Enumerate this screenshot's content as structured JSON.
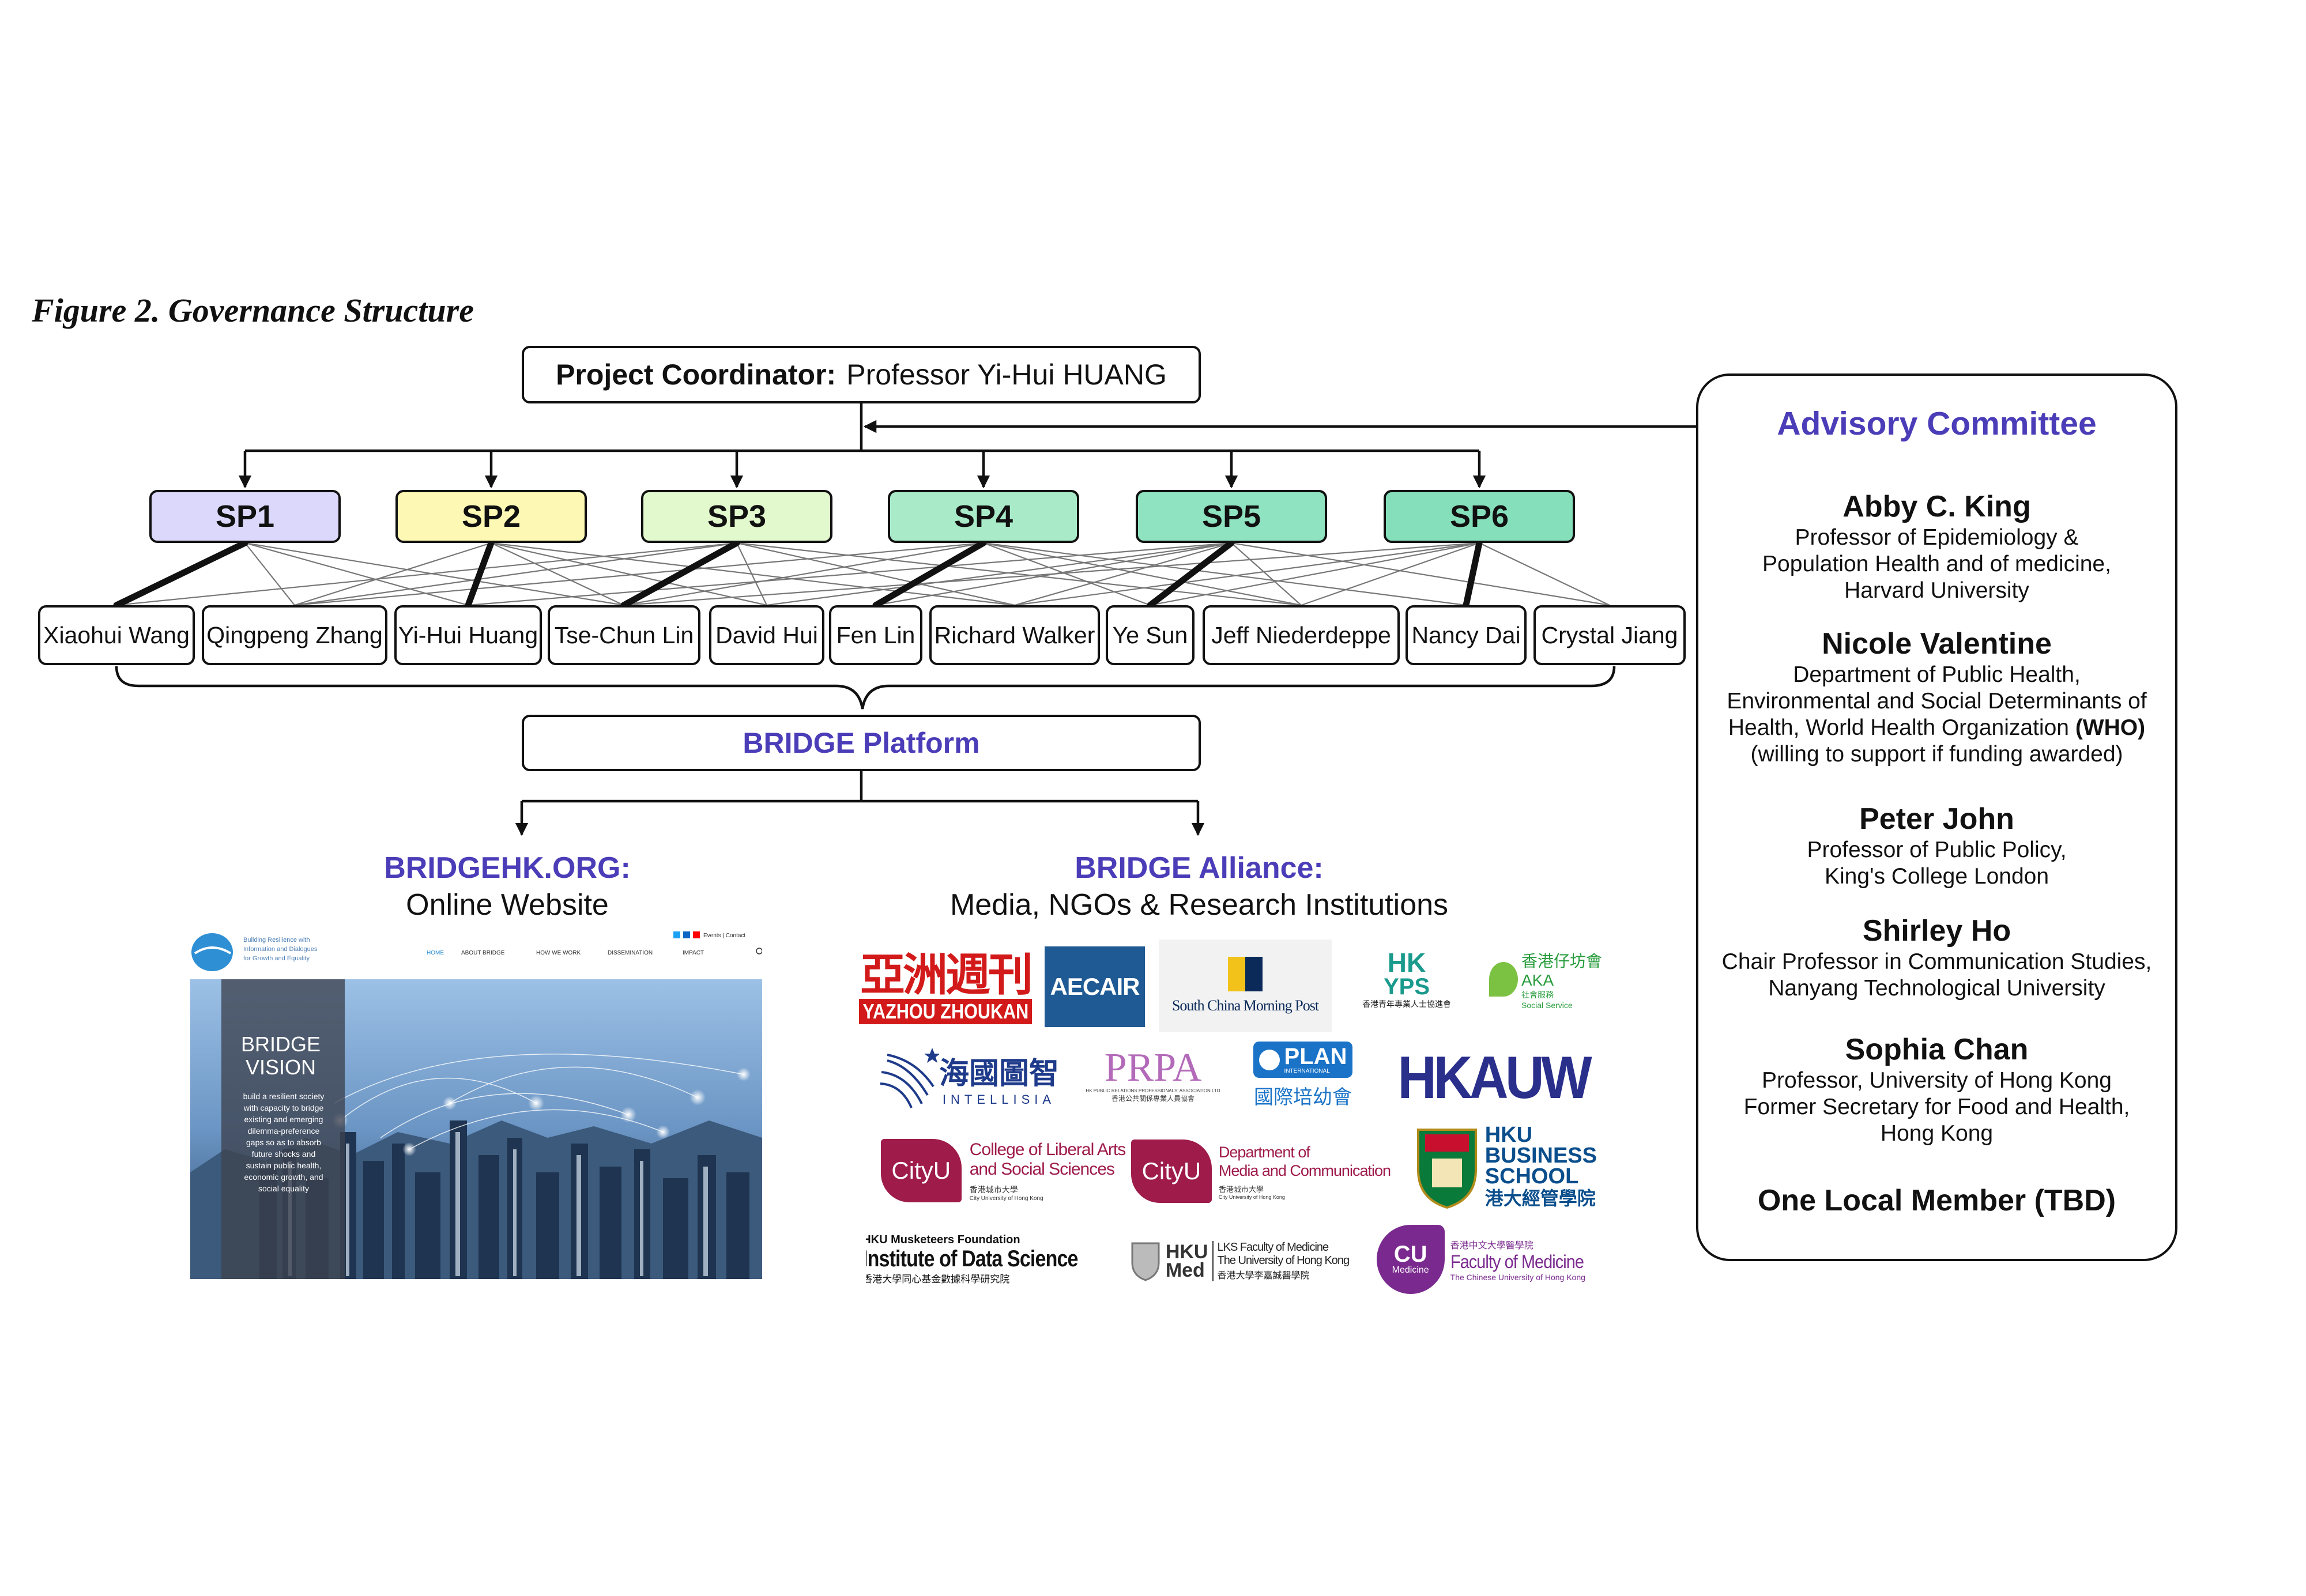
{
  "figure_title": "Figure 2. Governance Structure",
  "coordinator": {
    "label": "Project Coordinator:",
    "name": "Professor Yi-Hui HUANG"
  },
  "subprojects": [
    {
      "label": "SP1",
      "color": "#dcd8fb"
    },
    {
      "label": "SP2",
      "color": "#fdf9b4"
    },
    {
      "label": "SP3",
      "color": "#e2f8cd"
    },
    {
      "label": "SP4",
      "color": "#a9ebc9"
    },
    {
      "label": "SP5",
      "color": "#8fe3c0"
    },
    {
      "label": "SP6",
      "color": "#86dfbb"
    }
  ],
  "members": [
    "Xiaohui Wang",
    "Qingpeng Zhang",
    "Yi-Hui Huang",
    "Tse-Chun Lin",
    "David Hui",
    "Fen Lin",
    "Richard Walker",
    "Ye Sun",
    "Jeff Niederdeppe",
    "Nancy Dai",
    "Crystal Jiang"
  ],
  "platform": "BRIDGE Platform",
  "website_section": {
    "title": "BRIDGEHK.ORG:",
    "subtitle": "Online Website",
    "screenshot": {
      "tagline_lines": [
        "Building Resilience with",
        "Information and Dialogues",
        "for Growth and Equality"
      ],
      "nav": [
        "HOME",
        "ABOUT BRIDGE",
        "HOW WE WORK",
        "DISSEMINATION",
        "IMPACT"
      ],
      "top_links": "Events | Contact",
      "hero_title_1": "BRIDGE",
      "hero_title_2": "VISION",
      "hero_text": [
        "build a resilient society",
        "with capacity to bridge",
        "existing and emerging",
        "dilemma-preference",
        "gaps so as to absorb",
        "future shocks and",
        "sustain public health,",
        "economic growth, and",
        "social equality"
      ]
    }
  },
  "alliance_section": {
    "title": "BRIDGE Alliance:",
    "subtitle": "Media, NGOs & Research Institutions",
    "logos": {
      "yazhou_cn": "亞洲週刊",
      "yazhou_en": "YAZHOU ZHOUKAN",
      "aecair": "AECAIR",
      "scmp": "South China Morning Post",
      "hkyps_1": "HK",
      "hkyps_2": "YPS",
      "hkyps_cn": "香港青年專業人士協進會",
      "aka_cn": "香港仔坊會",
      "aka_en": "AKA",
      "aka_sub": "社會服務",
      "aka_sub2": "Social Service",
      "intellisia_cn": "海國圖智",
      "intellisia_en": "INTELLISIA",
      "prpa": "PRPA",
      "prpa_sub": "HK PUBLIC RELATIONS PROFESSIONALS' ASSOCIATION LTD",
      "prpa_cn": "香港公共關係專業人員協會",
      "plan_1": "PLAN",
      "plan_2": "INTERNATIONAL",
      "plan_cn": "國際培幼會",
      "hkauw": "HKAUW",
      "cityu_1_brand": "CityU",
      "cityu_1_line1": "College of Liberal Arts",
      "cityu_1_line2": "and Social Sciences",
      "cityu_cn": "香港城市大學",
      "cityu_en": "City University of Hong Kong",
      "cityu_2_brand": "CityU",
      "cityu_2_line1": "Department of",
      "cityu_2_line2": "Media and Communication",
      "hkubs_1": "HKU",
      "hkubs_2": "BUSINESS",
      "hkubs_3": "SCHOOL",
      "hkubs_cn": "港大經管學院",
      "hkuids_1": "HKU Musketeers Foundation",
      "hkuids_2": "Institute of Data Science",
      "hkuids_cn": "香港大學同心基金數據科學研究院",
      "hkumed_1": "HKU",
      "hkumed_2": "Med",
      "hkumed_3": "LKS Faculty of Medicine",
      "hkumed_4": "The University of Hong Kong",
      "hkumed_cn": "香港大學李嘉誠醫學院",
      "cumed_1": "CU",
      "cumed_2": "Medicine",
      "cumed_cn": "香港中文大學醫學院",
      "cumed_3": "Faculty of Medicine",
      "cumed_4": "The Chinese University of Hong Kong"
    }
  },
  "advisory": {
    "title": "Advisory Committee",
    "members": [
      {
        "name": "Abby C. King",
        "lines": [
          "Professor of Epidemiology &",
          "Population Health and of medicine,",
          "Harvard University"
        ]
      },
      {
        "name": "Nicole Valentine",
        "lines": [
          "Department of Public Health,",
          "Environmental and Social Determinants of"
        ],
        "line3_pre": "Health, World Health Organization ",
        "line3_bold": "(WHO)",
        "line4": "(willing to support if funding awarded)"
      },
      {
        "name": "Peter John",
        "lines": [
          "Professor of Public Policy,",
          "King's College London"
        ]
      },
      {
        "name": "Shirley Ho",
        "lines": [
          "Chair Professor in Communication Studies,",
          "Nanyang Technological University"
        ]
      },
      {
        "name": "Sophia Chan",
        "lines": [
          "Professor, University of Hong Kong",
          "Former Secretary for Food and Health,",
          "Hong Kong"
        ]
      }
    ],
    "local_member": "One Local Member (TBD)"
  },
  "colors": {
    "accent_purple": "#4b3db8",
    "line": "#111111"
  }
}
